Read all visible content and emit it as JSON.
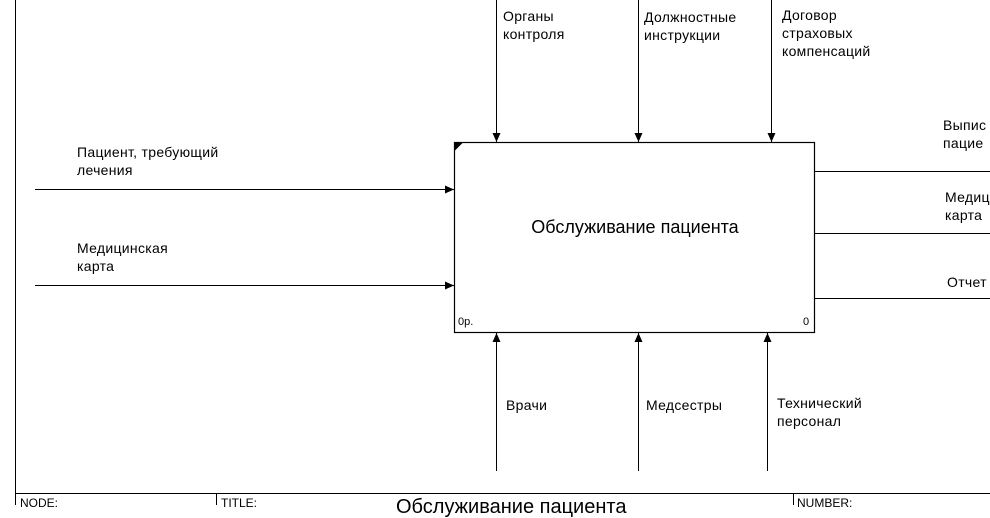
{
  "diagram": {
    "box": {
      "title": "Обслуживание пациента",
      "node_ref": "0р.",
      "number": "0"
    },
    "controls": [
      {
        "label": "Органы\nконтроля"
      },
      {
        "label": "Должностные\nинструкции"
      },
      {
        "label": "Договор\nстраховых\nкомпенсаций"
      }
    ],
    "inputs": [
      {
        "label": "Пациент, требующий\nлечения"
      },
      {
        "label": "Медицинская\nкарта"
      }
    ],
    "outputs": [
      {
        "label": "Выпис\nпацие"
      },
      {
        "label": "Медиц\nкарта"
      },
      {
        "label": "Отчет"
      }
    ],
    "mechanisms": [
      {
        "label": "Врачи"
      },
      {
        "label": "Медсестры"
      },
      {
        "label": "Технический\nперсонал"
      }
    ]
  },
  "footer": {
    "node_label": "NODE:",
    "title_label": "TITLE:",
    "title_value": "Обслуживание пациента",
    "number_label": "NUMBER:"
  }
}
